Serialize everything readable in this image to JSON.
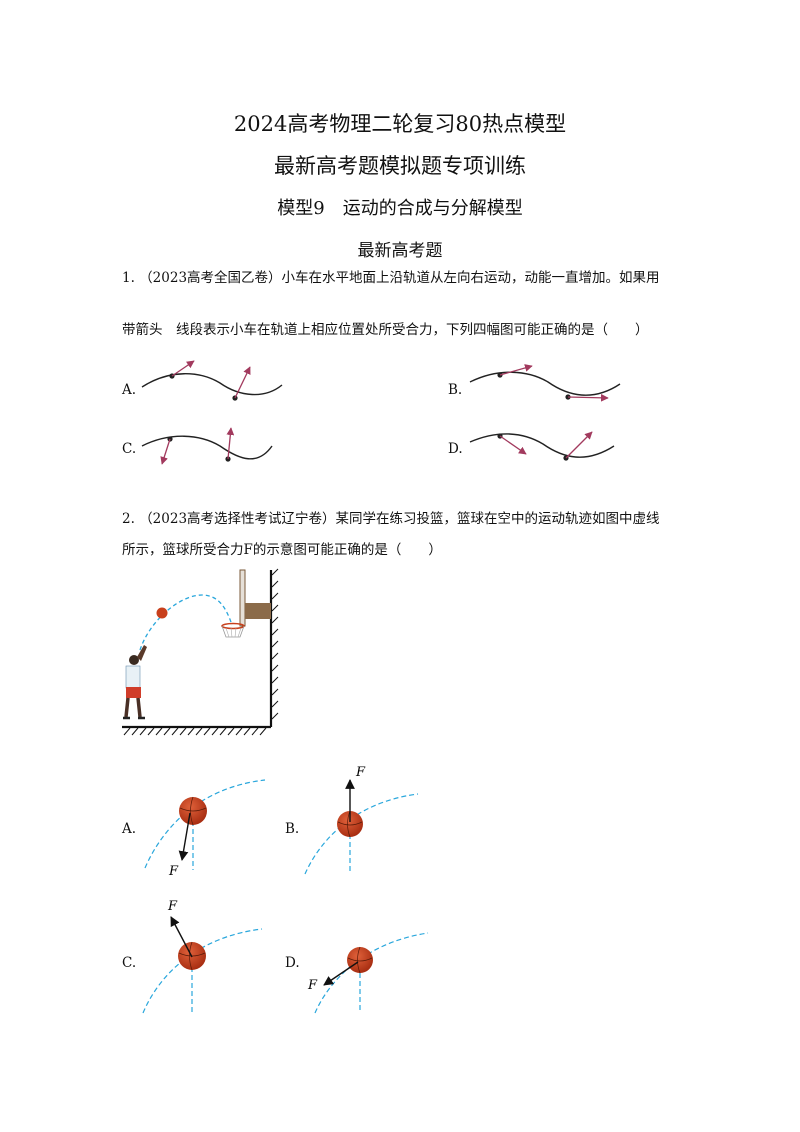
{
  "header": {
    "line1": "2024高考物理二轮复习80热点模型",
    "line2": "最新高考题模拟题专项训练",
    "line3": "模型9　运动的合成与分解模型",
    "section": "最新高考题"
  },
  "q1": {
    "text_line1": "1. （2023高考全国乙卷）小车在水平地面上沿轨道从左向右运动，动能一直增加。如果用",
    "text_line2": "带箭头　线段表示小车在轨道上相应位置处所受合力，下列四幅图可能正确的是（　　）",
    "options": [
      "A.",
      "B.",
      "C.",
      "D."
    ]
  },
  "q2": {
    "text_line1": "2. （2023高考选择性考试辽宁卷）某同学在练习投篮，篮球在空中的运动轨迹如图中虚线",
    "text_line2": "所示，篮球所受合力F的示意图可能正确的是（　　）",
    "options": [
      "A.",
      "B.",
      "C.",
      "D."
    ],
    "force_label": "F"
  },
  "colors": {
    "arrow_q1": "#a23a5e",
    "trajectory": "#2aa7dc",
    "ball": "#c8401c"
  }
}
